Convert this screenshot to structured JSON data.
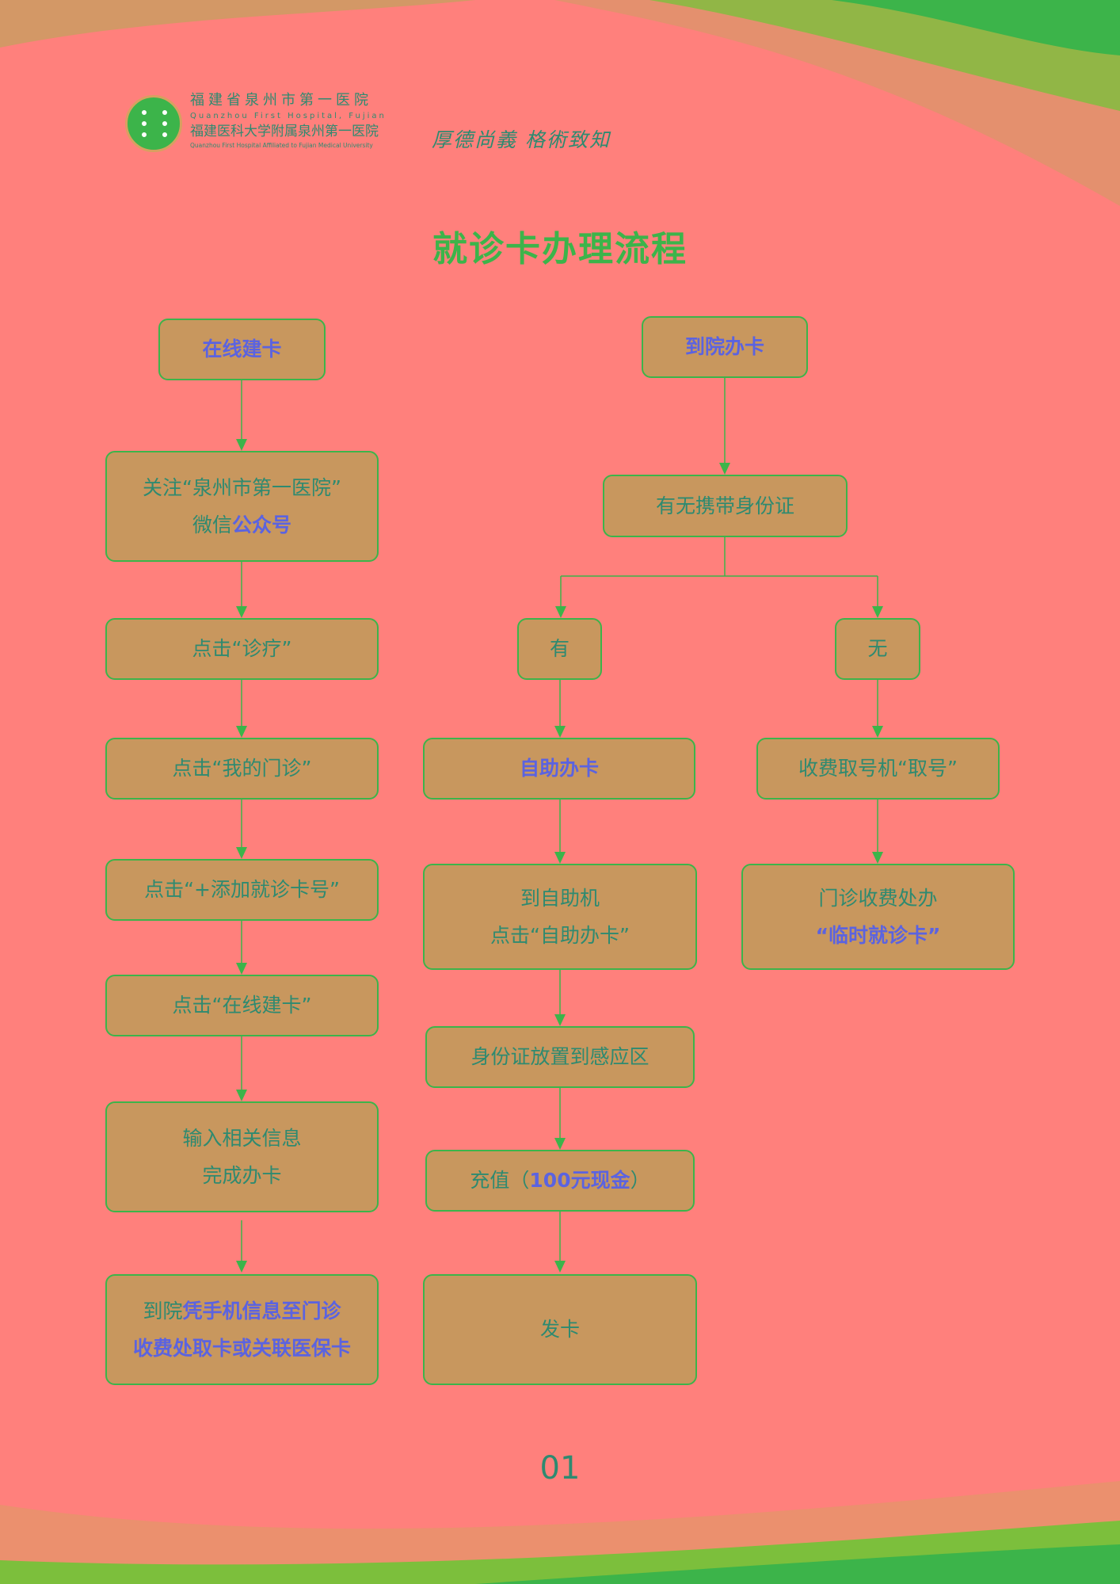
{
  "header": {
    "hospital_name_cn": "福建省泉州市第一医院",
    "hospital_name_en": "Quanzhou First Hospital, Fujian",
    "affiliation_cn": "福建医科大学附属泉州第一医院",
    "affiliation_en": "Quanzhou First Hospital Affiliated to Fujian Medical University",
    "motto": "厚德尚義  格術致知"
  },
  "title": "就诊卡办理流程",
  "colors": {
    "background": "#ff807c",
    "box": "#c8975e",
    "border": "#3cb44a",
    "text": "#2e8a70",
    "highlight": "#5b63e0"
  },
  "boxes": {
    "online": [
      [
        {
          "t": "在线建卡",
          "b": true
        }
      ]
    ],
    "follow": [
      [
        {
          "t": "关注“泉州市第一医院”"
        }
      ],
      [
        {
          "t": "微信"
        },
        {
          "t": "公众号",
          "b": true
        }
      ]
    ],
    "clinic": [
      [
        {
          "t": "点击“诊疗”"
        }
      ]
    ],
    "my_outpatient": [
      [
        {
          "t": "点击“我的门诊”"
        }
      ]
    ],
    "add_card": [
      [
        {
          "t": "点击“+添加就诊卡号”"
        }
      ]
    ],
    "online_build": [
      [
        {
          "t": "点击“在线建卡”"
        }
      ]
    ],
    "input_info": [
      [
        {
          "t": "输入相关信息"
        }
      ],
      [
        {
          "t": "完成办卡"
        }
      ]
    ],
    "pickup": [
      [
        {
          "t": "到院"
        },
        {
          "t": "凭手机信息至门诊",
          "b": true
        }
      ],
      [
        {
          "t": "收费处取卡或关联医保卡",
          "b": true
        }
      ]
    ],
    "inhospital": [
      [
        {
          "t": "到院办卡",
          "b": true
        }
      ]
    ],
    "id_question": [
      [
        {
          "t": "有无携带身份证"
        }
      ]
    ],
    "yes": [
      [
        {
          "t": "有"
        }
      ]
    ],
    "no": [
      [
        {
          "t": "无"
        }
      ]
    ],
    "self_service": [
      [
        {
          "t": "自助办卡",
          "b": true
        }
      ]
    ],
    "to_machine": [
      [
        {
          "t": "到自助机"
        }
      ],
      [
        {
          "t": "点击“自助办卡”"
        }
      ]
    ],
    "place_id": [
      [
        {
          "t": "身份证放置到感应区"
        }
      ]
    ],
    "recharge": [
      [
        {
          "t": "充值（"
        },
        {
          "t": "100元现金",
          "b": true
        },
        {
          "t": "）"
        }
      ]
    ],
    "issue": [
      [
        {
          "t": "发卡"
        }
      ]
    ],
    "take_number": [
      [
        {
          "t": "收费取号机“取号”"
        }
      ]
    ],
    "temp_card": [
      [
        {
          "t": "门诊收费处办"
        }
      ],
      [
        {
          "t": "“临时就诊卡”",
          "b": true
        }
      ]
    ]
  },
  "page_number": "01"
}
